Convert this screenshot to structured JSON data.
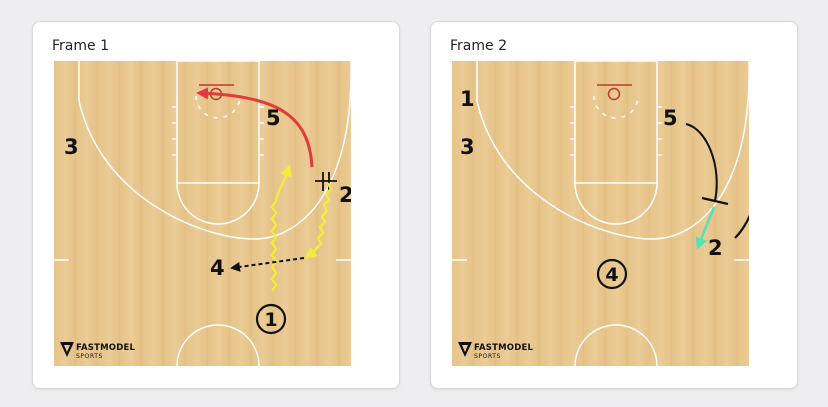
{
  "frames": [
    {
      "title": "Frame 1",
      "players": [
        "3",
        "5",
        "2",
        "4"
      ],
      "ball_handler": "1"
    },
    {
      "title": "Frame 2",
      "players": [
        "1",
        "3",
        "5",
        "2"
      ],
      "ball_handler": "4"
    }
  ],
  "logo": {
    "main": "FASTMODEL",
    "sub": "SPORTS"
  },
  "colors": {
    "court": "#e9c88f",
    "lines": "#ffffff",
    "rim": "#c0392b",
    "pass": "#111111",
    "cut_red": "#e23b3b",
    "dribble_yellow": "#f4ec3a",
    "handoff_teal": "#5be0b0"
  }
}
